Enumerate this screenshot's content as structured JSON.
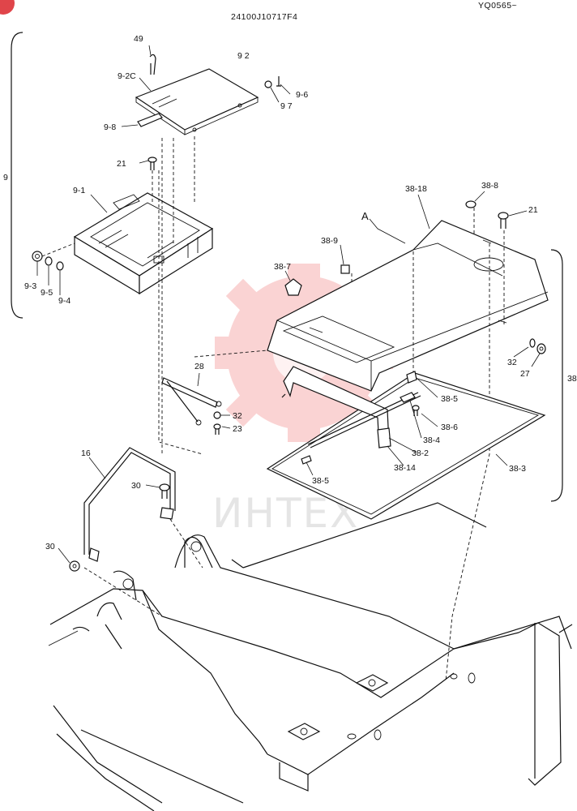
{
  "header": {
    "drawing_number": "24100J10717F4",
    "serial_code": "YQ0565~"
  },
  "watermark": {
    "text": "ИНТЕХ",
    "logo_color": "#f4a0a0"
  },
  "groups": {
    "group_9": "9",
    "group_38": "38",
    "view_a": "A"
  },
  "labels": {
    "p49": "49",
    "p9_2": "9 2",
    "p9_2c": "9-2C",
    "p9_6": "9-6",
    "p9_7": "9 7",
    "p9_8": "9-8",
    "p21_left": "21",
    "p9_1": "9-1",
    "p9_3": "9-3",
    "p9_5": "9-5",
    "p9_4": "9-4",
    "p38_18": "38-18",
    "p38_8": "38-8",
    "p21_right": "21",
    "p38_9": "38-9",
    "p38_7": "38-7",
    "p28": "28",
    "p32_left": "32",
    "p23": "23",
    "p32_right": "32",
    "p27": "27",
    "p38_5_top": "38-5",
    "p38_6": "38-6",
    "p38_4": "38-4",
    "p38_2": "38-2",
    "p38_14": "38-14",
    "p38_3": "38-3",
    "p38_5_bottom": "38-5",
    "p16": "16",
    "p30_top": "30",
    "p30_left": "30"
  }
}
